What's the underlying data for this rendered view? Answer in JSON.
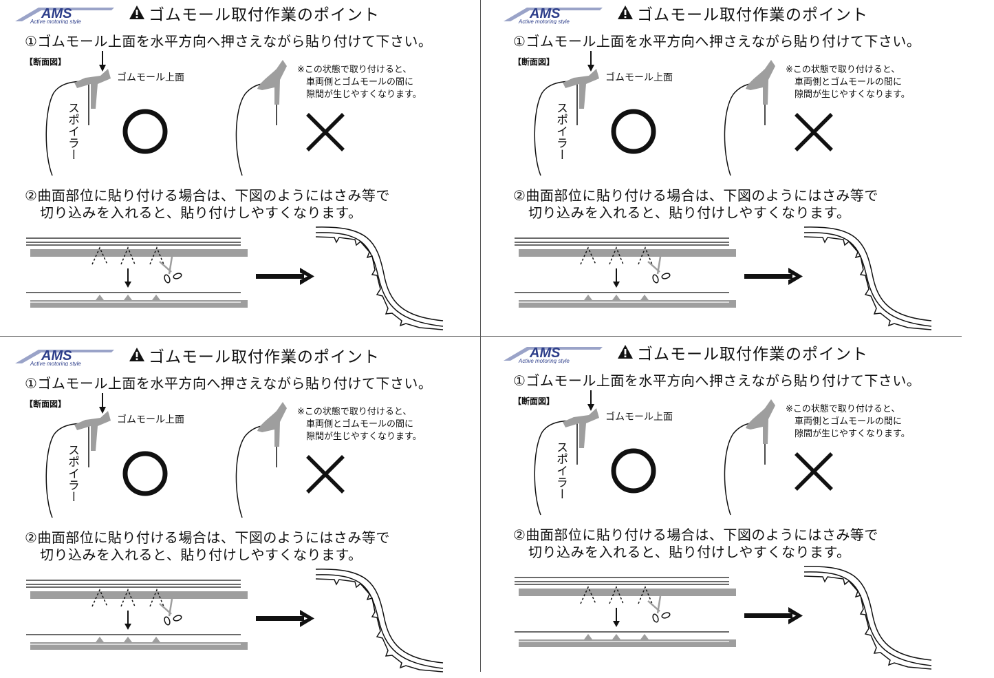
{
  "logo": {
    "text": "AMS",
    "subtext": "Active motoring style"
  },
  "header": {
    "title": "ゴムモール取付作業のポイント",
    "warning_icon": "warning-triangle-icon"
  },
  "step1": {
    "text": "①ゴムモール上面を水平方向へ押さえながら貼り付けて下さい。",
    "section_label": "【断面図】",
    "top_label": "ゴムモール上面",
    "spoiler_label": "スポイラー",
    "correct_icon": "circle-icon",
    "wrong_icon": "cross-icon",
    "note_lines": [
      "※この状態で取り付けると、",
      "車両側とゴムモールの間に",
      "隙間が生じやすくなります。"
    ]
  },
  "step2": {
    "lines": [
      "②曲面部位に貼り付ける場合は、下図のようにはさみ等で",
      "切り込みを入れると、貼り付けしやすくなります。"
    ],
    "scissors_icon": "scissors-icon",
    "arrow_icon": "arrow-right-icon"
  },
  "colors": {
    "gray": "#9e9e9e",
    "ink": "#111111",
    "logo_blue": "#2d3e8a"
  }
}
